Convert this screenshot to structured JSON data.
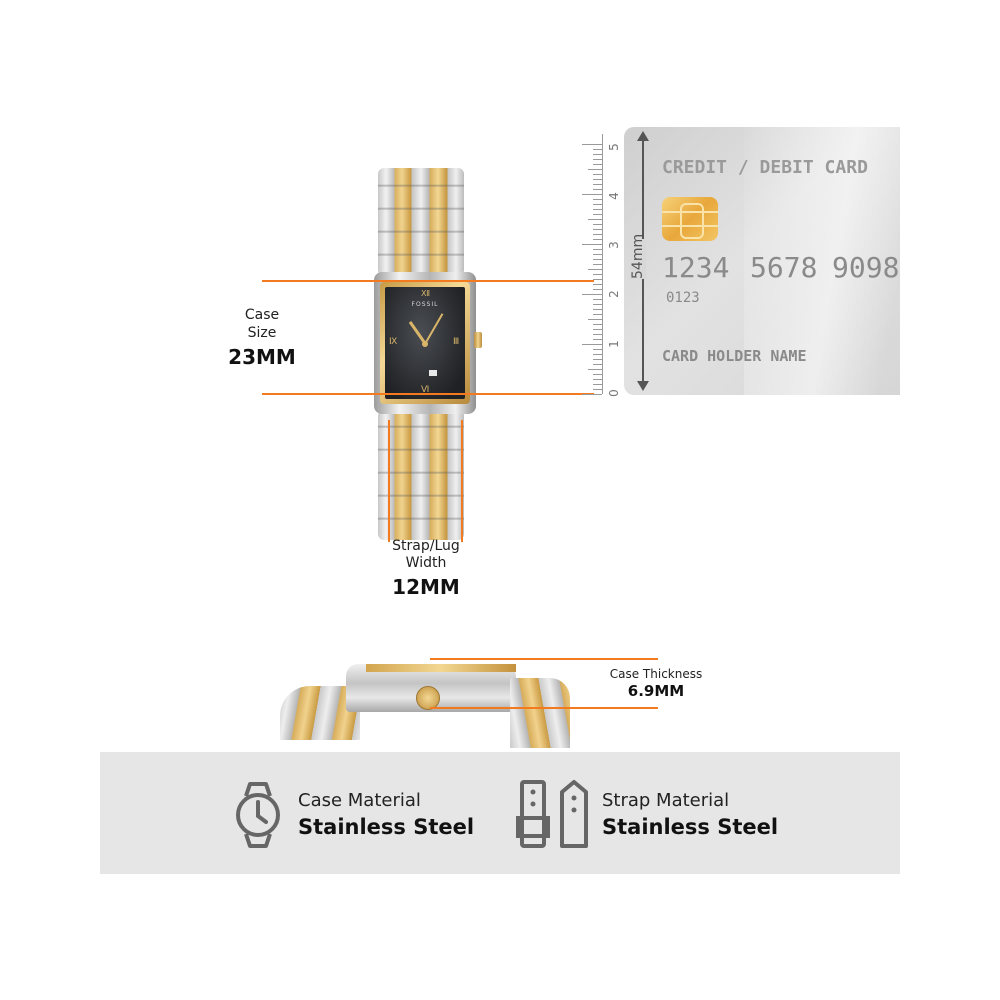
{
  "case_size": {
    "label_line1": "Case",
    "label_line2": "Size",
    "value": "23MM"
  },
  "strap_width": {
    "label_line1": "Strap/Lug",
    "label_line2": "Width",
    "value": "12MM"
  },
  "case_thickness": {
    "label": "Case Thickness",
    "value": "6.9MM"
  },
  "watch": {
    "brand": "FOSSIL"
  },
  "ruler": {
    "numbers": [
      "5",
      "4",
      "3",
      "2",
      "1",
      "0"
    ],
    "height_label": "54mm"
  },
  "card": {
    "title": "CREDIT / DEBIT CARD",
    "number_groups": [
      "1234",
      "5678",
      "9098"
    ],
    "small_number": "0123",
    "holder": "CARD HOLDER NAME"
  },
  "materials": {
    "case": {
      "label": "Case Material",
      "value": "Stainless Steel",
      "icon": "watch-icon"
    },
    "strap": {
      "label": "Strap Material",
      "value": "Stainless Steel",
      "icon": "strap-icon"
    }
  },
  "colors": {
    "accent": "#f47a20",
    "band": "#e6e6e6",
    "card": "#d9d9d9"
  }
}
